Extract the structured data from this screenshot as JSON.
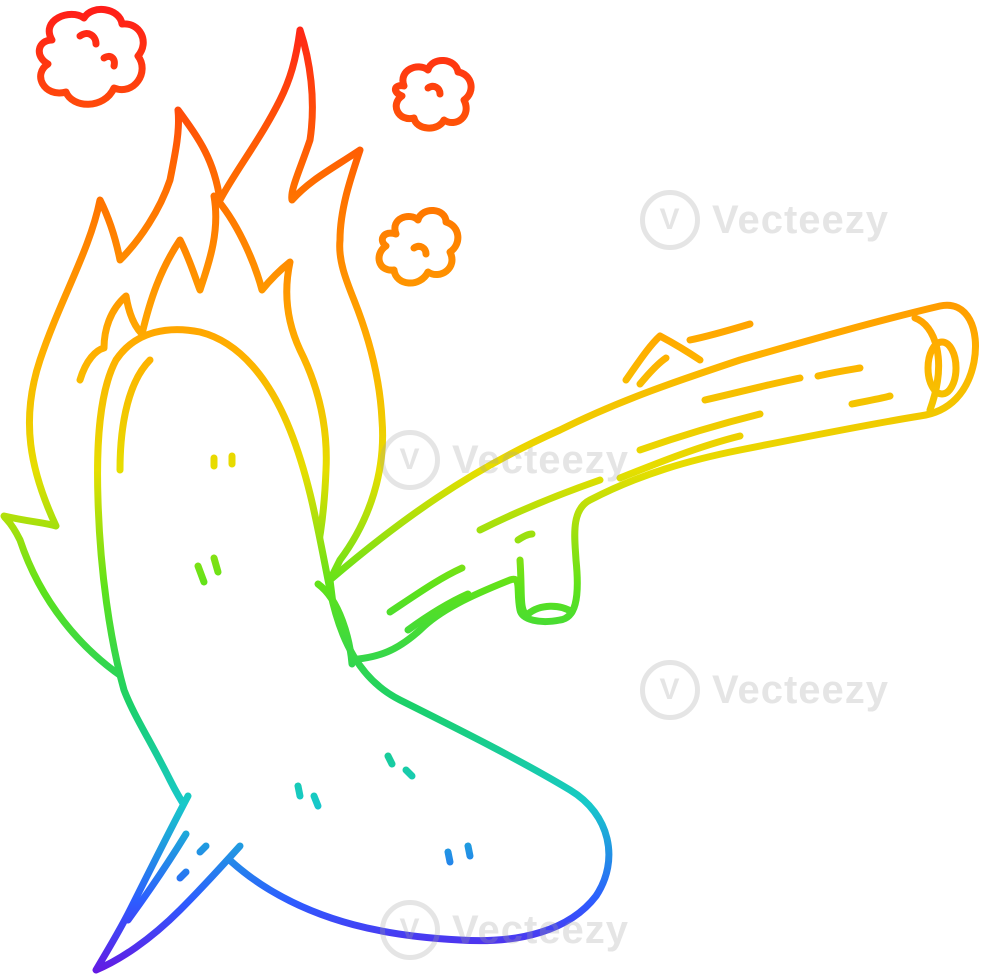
{
  "image": {
    "subject": "cartoon flaming sausage on a stick",
    "style": "rainbow gradient line art"
  },
  "colors": {
    "background": "#ffffff",
    "gradient_top": "#ff1a1a",
    "gradient_orange": "#ff9a00",
    "gradient_yellow": "#f5d800",
    "gradient_green": "#2ee01f",
    "gradient_cyan": "#17c9c9",
    "gradient_blue": "#2d3cff",
    "gradient_bottom": "#6a12e0"
  },
  "watermark": {
    "text": "Vecteezy",
    "glyph": "V"
  }
}
